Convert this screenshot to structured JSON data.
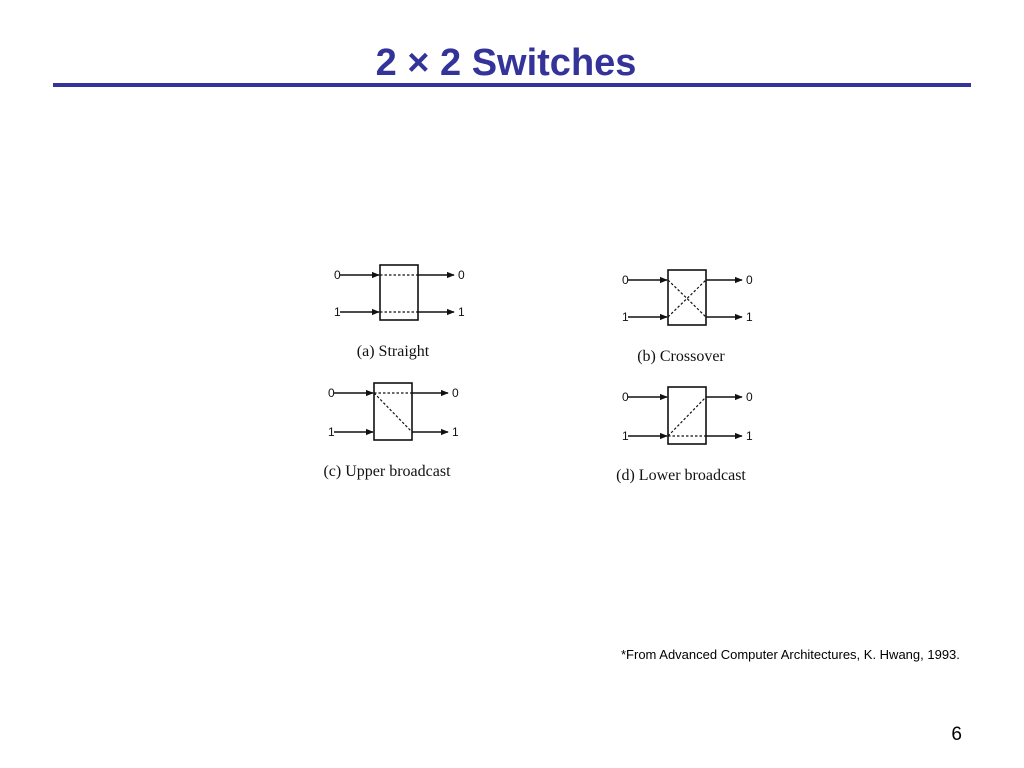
{
  "slide": {
    "title": "2 × 2 Switches",
    "footnote": "*From Advanced Computer Architectures, K. Hwang, 1993.",
    "page_number": "6"
  },
  "colors": {
    "title": "#333399",
    "rule": "#333399",
    "ink": "#111111"
  },
  "switches": [
    {
      "id": "a",
      "caption": "(a) Straight",
      "inputs": [
        "0",
        "1"
      ],
      "outputs": [
        "0",
        "1"
      ],
      "connections": [
        [
          "in0",
          "out0"
        ],
        [
          "in1",
          "out1"
        ]
      ]
    },
    {
      "id": "b",
      "caption": "(b) Crossover",
      "inputs": [
        "0",
        "1"
      ],
      "outputs": [
        "0",
        "1"
      ],
      "connections": [
        [
          "in0",
          "out1"
        ],
        [
          "in1",
          "out0"
        ]
      ]
    },
    {
      "id": "c",
      "caption": "(c) Upper broadcast",
      "inputs": [
        "0",
        "1"
      ],
      "outputs": [
        "0",
        "1"
      ],
      "connections": [
        [
          "in0",
          "out0"
        ],
        [
          "in0",
          "out1"
        ]
      ]
    },
    {
      "id": "d",
      "caption": "(d) Lower broadcast",
      "inputs": [
        "0",
        "1"
      ],
      "outputs": [
        "0",
        "1"
      ],
      "connections": [
        [
          "in1",
          "out0"
        ],
        [
          "in1",
          "out1"
        ]
      ]
    }
  ]
}
